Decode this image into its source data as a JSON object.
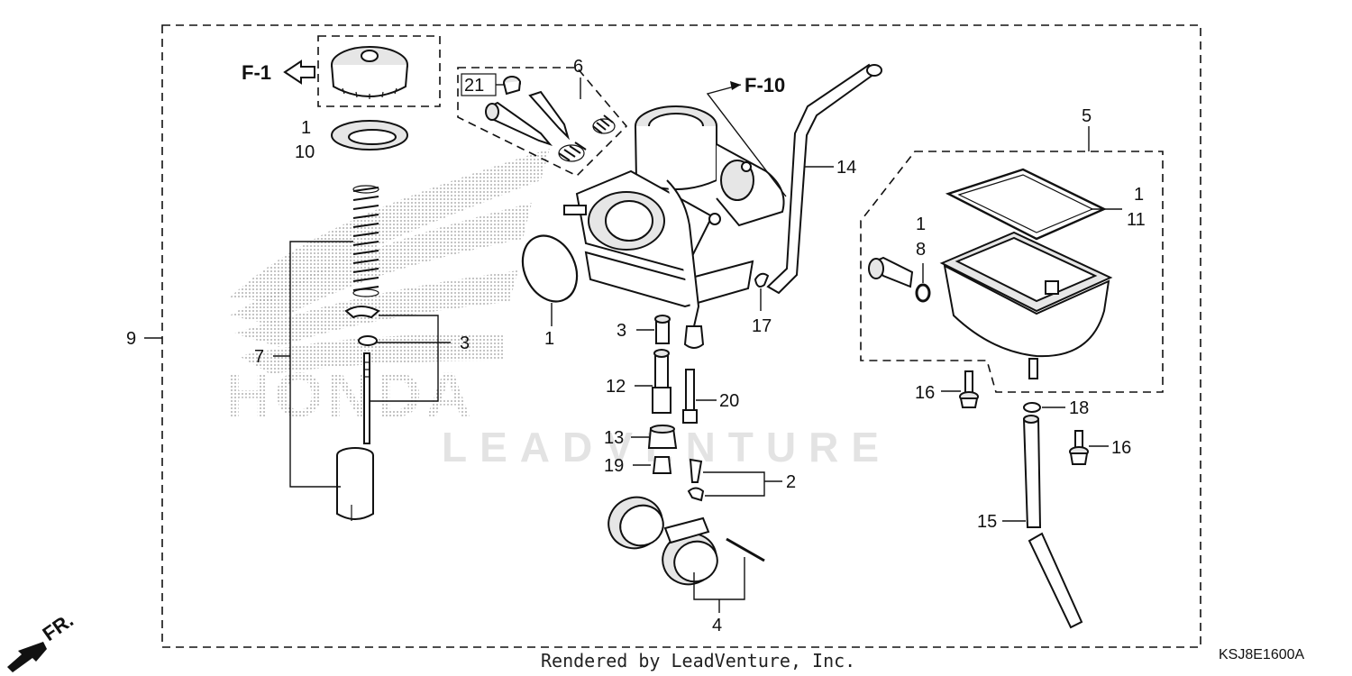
{
  "diagram": {
    "watermark": "LEADVENTURE",
    "logo_text": "HONDA",
    "footer": "Rendered by LeadVenture, Inc.",
    "code": "KSJ8E1600A",
    "front_label": "FR.",
    "ref_f1": "F-1",
    "ref_f10": "F-10"
  },
  "callouts": {
    "c1a": "1",
    "c10": "10",
    "c21": "21",
    "c6": "6",
    "c9": "9",
    "c7": "7",
    "c3a": "3",
    "c1b": "1",
    "c3b": "3",
    "c12": "12",
    "c20": "20",
    "c13": "13",
    "c19": "19",
    "c2": "2",
    "c4": "4",
    "c14": "14",
    "c17": "17",
    "c5": "5",
    "c1c": "1",
    "c11": "11",
    "c1d": "1",
    "c8": "8",
    "c16a": "16",
    "c18": "18",
    "c16b": "16",
    "c15": "15"
  }
}
